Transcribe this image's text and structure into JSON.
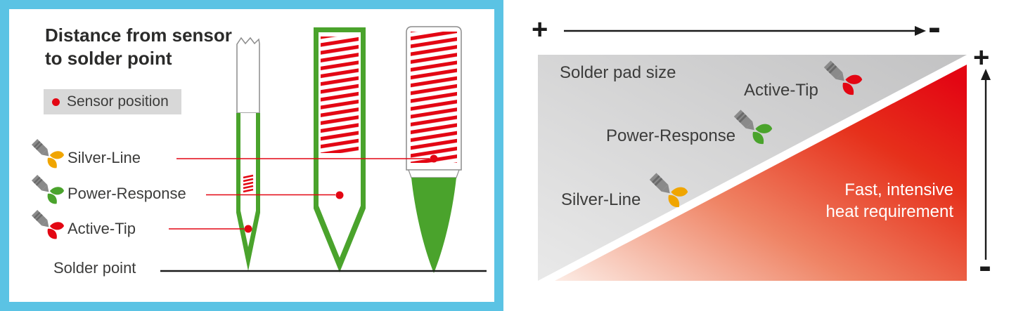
{
  "colors": {
    "frame_blue": "#5bc3e4",
    "green": "#4aa32c",
    "red": "#e30613",
    "yellow": "#f0a500",
    "icon_gray": "#8a8a8a",
    "pad_gray": "#c9c9c9",
    "text_dark": "#3c3c3b"
  },
  "left_panel": {
    "title_line1": "Distance from sensor",
    "title_line2": "to solder point",
    "legend_label": "Sensor position",
    "items": [
      {
        "label": "Silver-Line",
        "color": "#f0a500"
      },
      {
        "label": "Power-Response",
        "color": "#4aa32c"
      },
      {
        "label": "Active-Tip",
        "color": "#e30613"
      }
    ],
    "solder_point_label": "Solder point"
  },
  "right_panel": {
    "x_axis_left": "+",
    "x_axis_right": "-",
    "y_axis_top": "+",
    "y_axis_bottom": "-",
    "pad_label": "Solder pad size",
    "items": [
      {
        "label": "Silver-Line",
        "color": "#f0a500"
      },
      {
        "label": "Power-Response",
        "color": "#4aa32c"
      },
      {
        "label": "Active-Tip",
        "color": "#e30613"
      }
    ],
    "note_line1": "Fast, intensive",
    "note_line2": "heat requirement"
  }
}
